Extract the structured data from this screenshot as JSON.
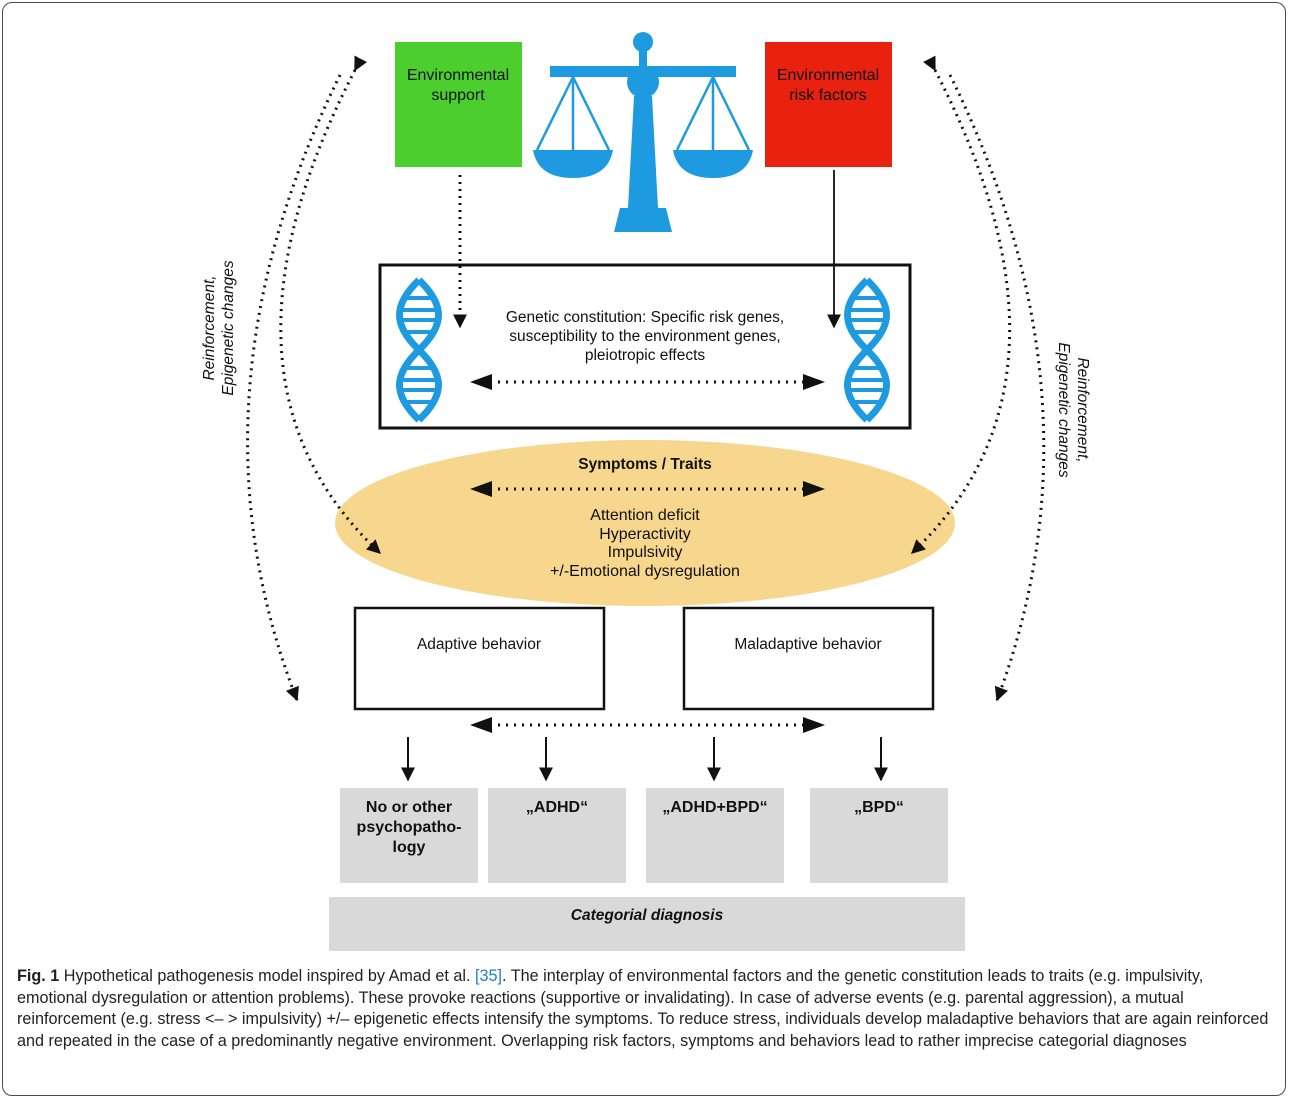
{
  "diagram": {
    "env_support": [
      "Environmental",
      "support"
    ],
    "env_risk": [
      "Environmental",
      "risk factors"
    ],
    "genetic_lines": [
      "Genetic constitution: Specific risk genes,",
      "susceptibility to the environment genes,",
      "pleiotropic effects"
    ],
    "symptoms_title": "Symptoms / Traits",
    "symptoms_items": [
      "Attention deficit",
      "Hyperactivity",
      "Impulsivity",
      "+/-Emotional dysregulation"
    ],
    "adaptive": "Adaptive behavior",
    "maladaptive": "Maladaptive behavior",
    "side_label_left": [
      "Reinforcement,",
      "Epigenetic changes"
    ],
    "side_label_right": [
      "Reinforcement,",
      "Epigenetic changes"
    ],
    "outcomes": {
      "none": [
        "No or other",
        "psychopatho-",
        "logy"
      ],
      "adhd": "„ADHD“",
      "adhd_bpd": "„ADHD+BPD“",
      "bpd": "„BPD“"
    },
    "categorial": "Categorial diagnosis",
    "colors": {
      "support": "#4ccf2e",
      "risk": "#e8220e",
      "scale": "#1e9be0",
      "ellipse": "#f7d68d",
      "outcome_box": "#d9d9d9"
    }
  },
  "caption": {
    "label": "Fig. 1",
    "text_before_ref": "Hypothetical pathogenesis model inspired by Amad et al. ",
    "ref": "[35]",
    "text_after_ref": ". The interplay of environmental factors and the genetic constitution leads to traits (e.g. impulsivity, emotional dysregulation or attention problems). These provoke reactions (supportive or invalidating). In case of adverse events (e.g. parental aggression), a mutual reinforcement (e.g. stress <– > impulsivity) +/– epigenetic effects intensify the symptoms. To reduce stress, individuals develop maladaptive behaviors that are again reinforced and repeated in the case of a predominantly negative environment. Overlapping risk factors, symptoms and behaviors lead to rather imprecise categorial diagnoses"
  }
}
